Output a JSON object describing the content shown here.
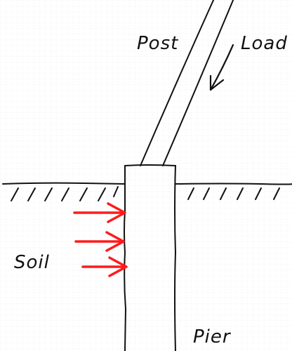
{
  "labels": {
    "post": "Post",
    "load": "Load",
    "soil": "Soil",
    "pier": "Pier"
  },
  "colors": {
    "background": "#ffffff",
    "grid": "#e6e6e6",
    "ink": "#111111",
    "arrow": "#ff1a1a"
  },
  "soil_pressure_arrows": 3
}
